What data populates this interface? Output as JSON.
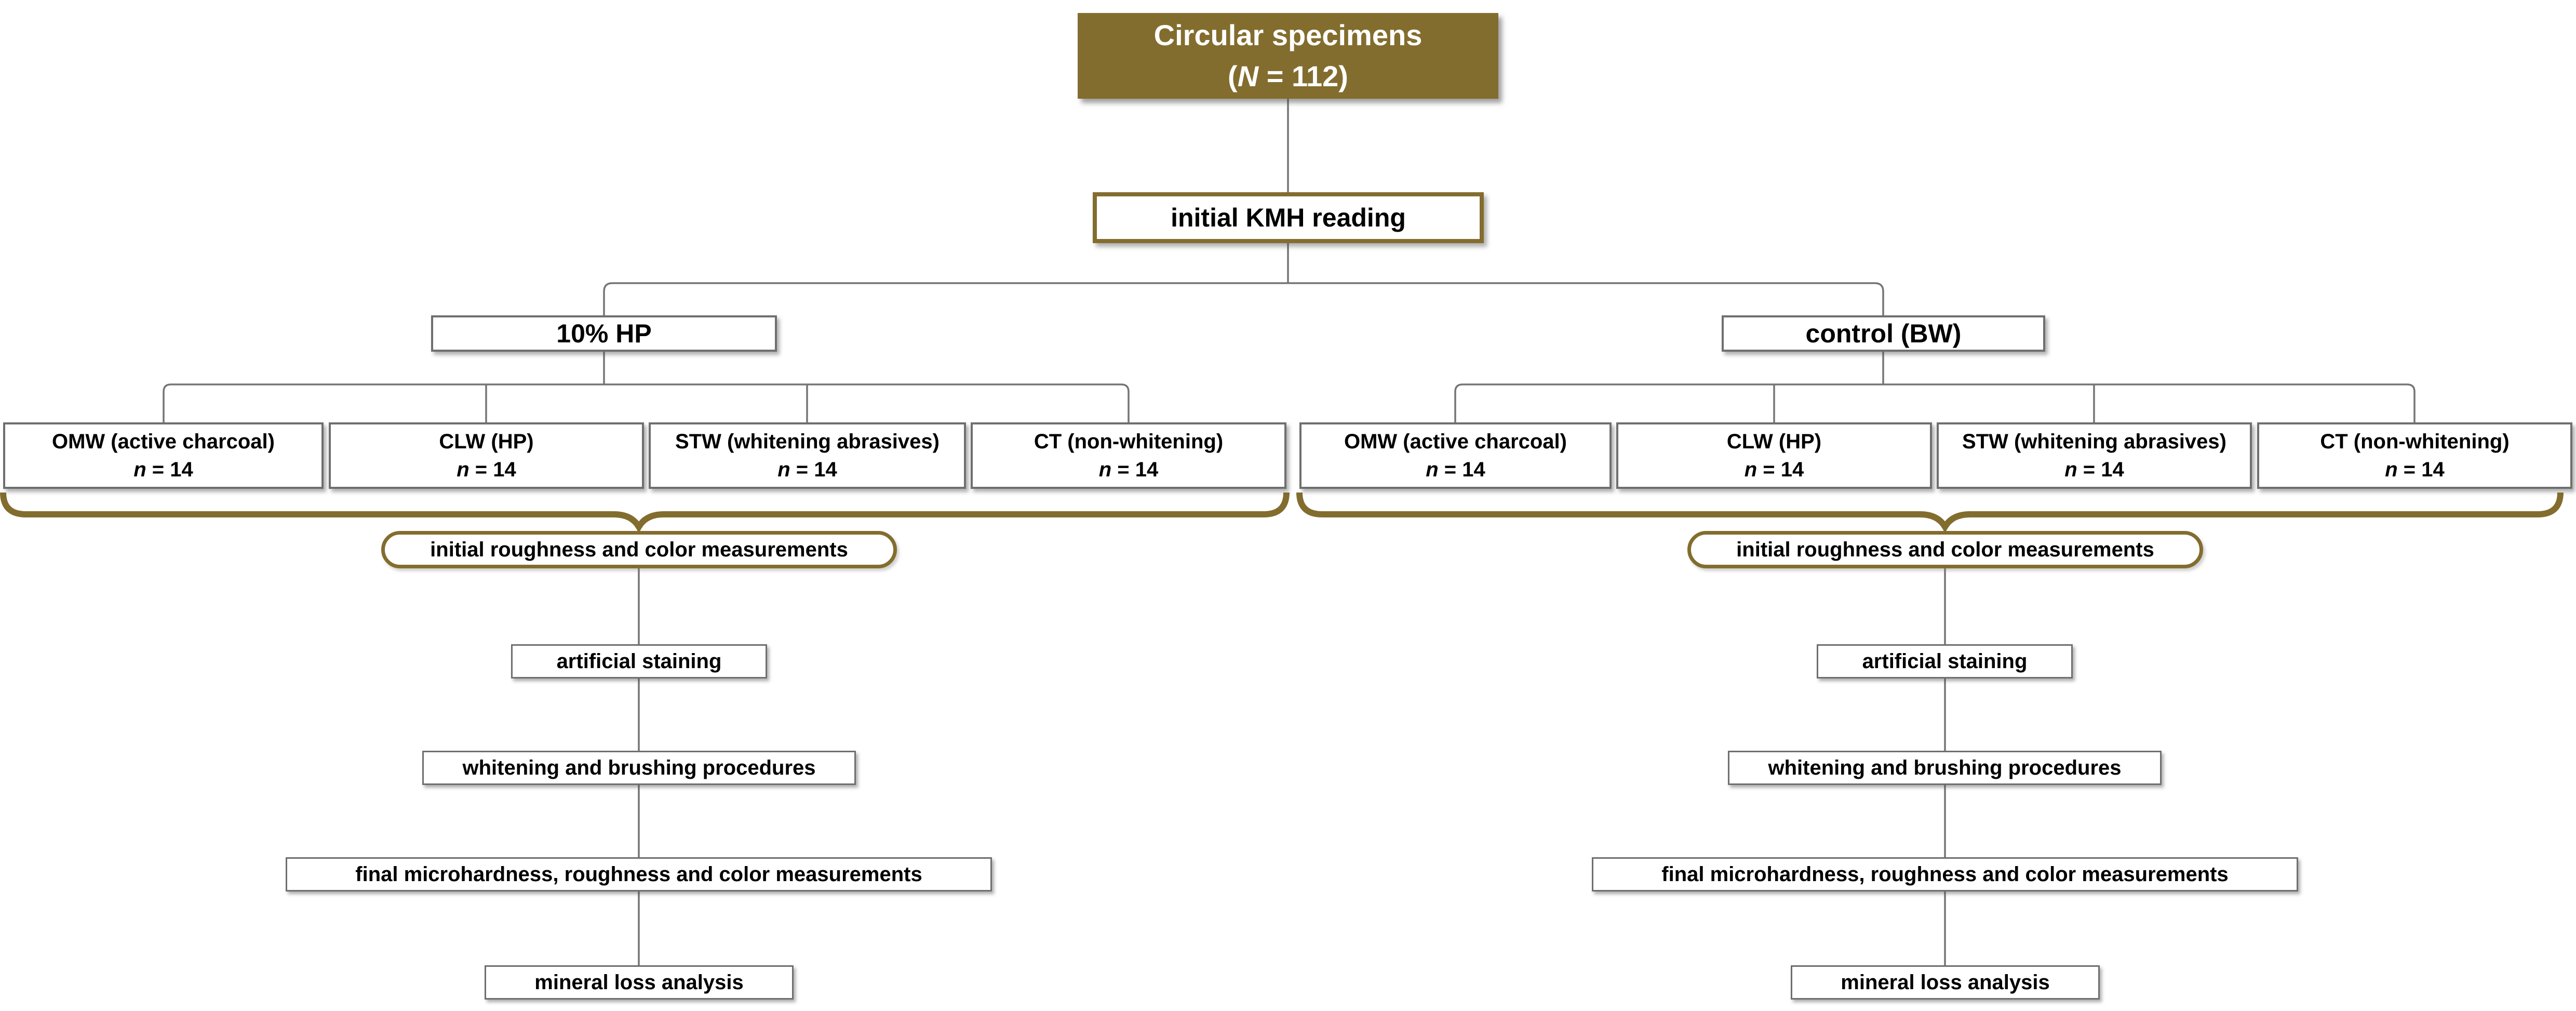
{
  "colors": {
    "gold": "#836D2E",
    "wire": "#757575",
    "border": "#6F6F6F",
    "ink": "#000000",
    "rootInk": "#FFFFFF",
    "bg": "#FFFFFF"
  },
  "root_box": {
    "line1": "Circular specimens",
    "paren_open": "(",
    "n_var": "N",
    "n_rest": " = 112)"
  },
  "kmh_box": {
    "label": "initial KMH reading"
  },
  "left": {
    "header": "10% HP",
    "children": [
      {
        "name": "OMW (active charcoal)",
        "n_var": "n",
        "n_rest": " = 14"
      },
      {
        "name": "CLW (HP)",
        "n_var": "n",
        "n_rest": " = 14"
      },
      {
        "name": "STW (whitening abrasives)",
        "n_var": "n",
        "n_rest": " = 14"
      },
      {
        "name": "CT (non-whitening)",
        "n_var": "n",
        "n_rest": " = 14"
      }
    ],
    "steps": {
      "measurements": "initial roughness and color measurements",
      "staining": "artificial staining",
      "procedures": "whitening and brushing procedures",
      "final": "final microhardness, roughness and color measurements",
      "mineral": "mineral loss analysis"
    }
  },
  "right": {
    "header": "control (BW)",
    "children": [
      {
        "name": "OMW (active charcoal)",
        "n_var": "n",
        "n_rest": " = 14"
      },
      {
        "name": "CLW (HP)",
        "n_var": "n",
        "n_rest": " = 14"
      },
      {
        "name": "STW (whitening abrasives)",
        "n_var": "n",
        "n_rest": " = 14"
      },
      {
        "name": "CT (non-whitening)",
        "n_var": "n",
        "n_rest": " = 14"
      }
    ],
    "steps": {
      "measurements": "initial roughness and color measurements",
      "staining": "artificial staining",
      "procedures": "whitening and brushing procedures",
      "final": "final microhardness, roughness and color measurements",
      "mineral": "mineral loss analysis"
    }
  }
}
